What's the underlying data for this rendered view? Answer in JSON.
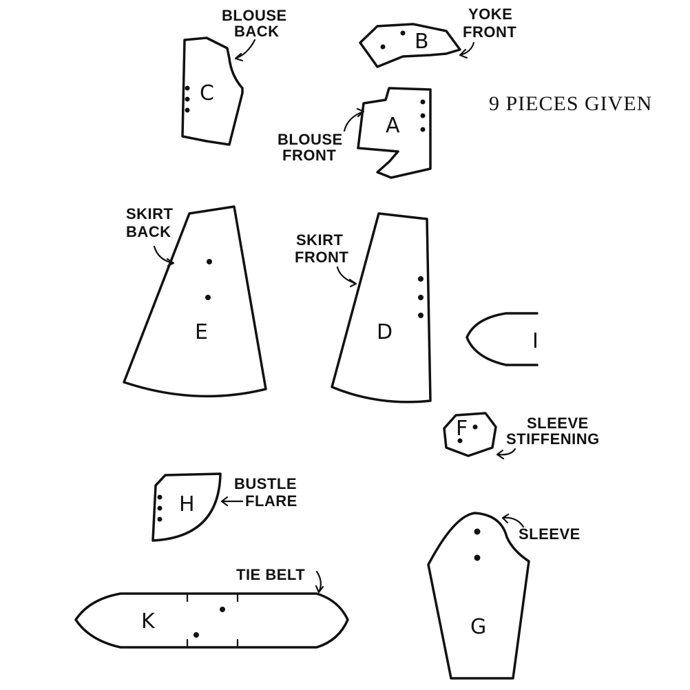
{
  "heading": "9 PIECES GIVEN",
  "pieces": {
    "a": {
      "letter": "A",
      "label_line1": "BLOUSE",
      "label_line2": "FRONT"
    },
    "b": {
      "letter": "B",
      "label_line1": "YOKE",
      "label_line2": "FRONT"
    },
    "c": {
      "letter": "C",
      "label_line1": "BLOUSE",
      "label_line2": "BACK"
    },
    "d": {
      "letter": "D",
      "label_line1": "SKIRT",
      "label_line2": "FRONT"
    },
    "e": {
      "letter": "E",
      "label_line1": "SKIRT",
      "label_line2": "BACK"
    },
    "f": {
      "letter": "F",
      "label_line1": "SLEEVE",
      "label_line2": "STIFFENING"
    },
    "g": {
      "letter": "G",
      "label_line1": "SLEEVE"
    },
    "h": {
      "letter": "H",
      "label_line1": "BUSTLE",
      "label_line2": "FLARE"
    },
    "i": {
      "letter": "I"
    },
    "k": {
      "letter": "K",
      "label_line1": "TIE BELT"
    }
  }
}
